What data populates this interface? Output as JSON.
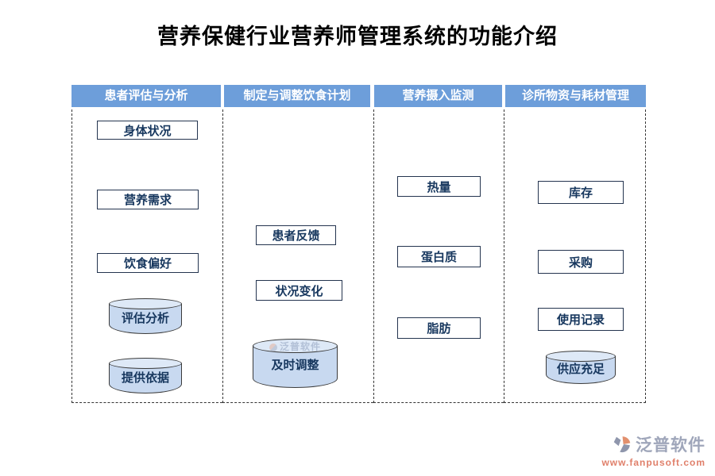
{
  "title": "营养保健行业营养师管理系统的功能介绍",
  "columns": [
    {
      "header": "患者评估与分析",
      "boxes": [
        "身体状况",
        "营养需求",
        "饮食偏好"
      ],
      "cylinders": [
        "评估分析",
        "提供依据"
      ]
    },
    {
      "header": "制定与调整饮食计划",
      "boxes": [
        "患者反馈",
        "状况变化"
      ],
      "cylinders": [
        "及时调整"
      ]
    },
    {
      "header": "营养摄入监测",
      "boxes": [
        "热量",
        "蛋白质",
        "脂肪"
      ],
      "cylinders": []
    },
    {
      "header": "诊所物资与耗材管理",
      "boxes": [
        "库存",
        "采购",
        "使用记录"
      ],
      "cylinders": [
        "供应充足"
      ]
    }
  ],
  "watermark": {
    "brand": "泛普软件",
    "url": "www.fanpusoft.com",
    "cylinder_mark": "泛普软件"
  },
  "colors": {
    "header_bg": "#6D9EDA",
    "header_text": "#FFFFFF",
    "box_text": "#17375E",
    "box_border": "#24344F",
    "cylinder_fill": "#C8D9F0",
    "cylinder_top": "#DEE9F7",
    "cylinder_border": "#3A3A3A",
    "dashed_line": "#333333",
    "brand_text": "#9FA6BA",
    "brand_url": "#E0806B"
  }
}
